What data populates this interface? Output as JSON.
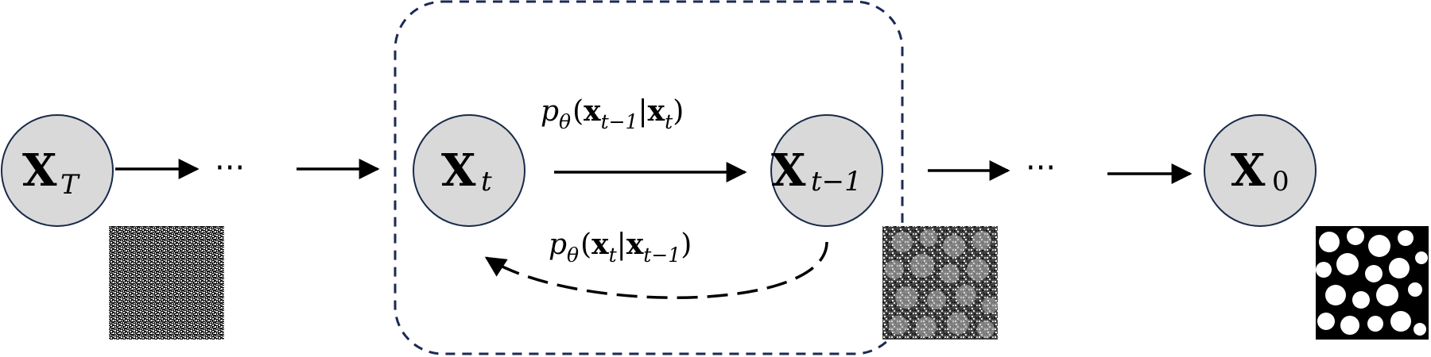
{
  "nodes": {
    "xT": {
      "main": "X",
      "sub": "T"
    },
    "xt": {
      "main": "X",
      "sub": "t"
    },
    "xtm1": {
      "main": "X",
      "sub": "t−1"
    },
    "x0": {
      "main": "X",
      "sub": "0"
    }
  },
  "ellipses": [
    "···",
    "···"
  ],
  "forward_label": {
    "p": "p",
    "theta": "θ",
    "open": "(",
    "x1": "x",
    "x1_sub": "t−1",
    "bar": "|",
    "x2": "x",
    "x2_sub": "t",
    "close": ")"
  },
  "backward_label": {
    "p": "p",
    "theta": "θ",
    "open": "(",
    "x1": "x",
    "x1_sub": "t",
    "bar": "|",
    "x2": "x",
    "x2_sub": "t−1",
    "close": ")"
  },
  "colors": {
    "node_fill": "#d9d9d9",
    "box_stroke": "#1b2a55",
    "arrow": "#000000"
  }
}
